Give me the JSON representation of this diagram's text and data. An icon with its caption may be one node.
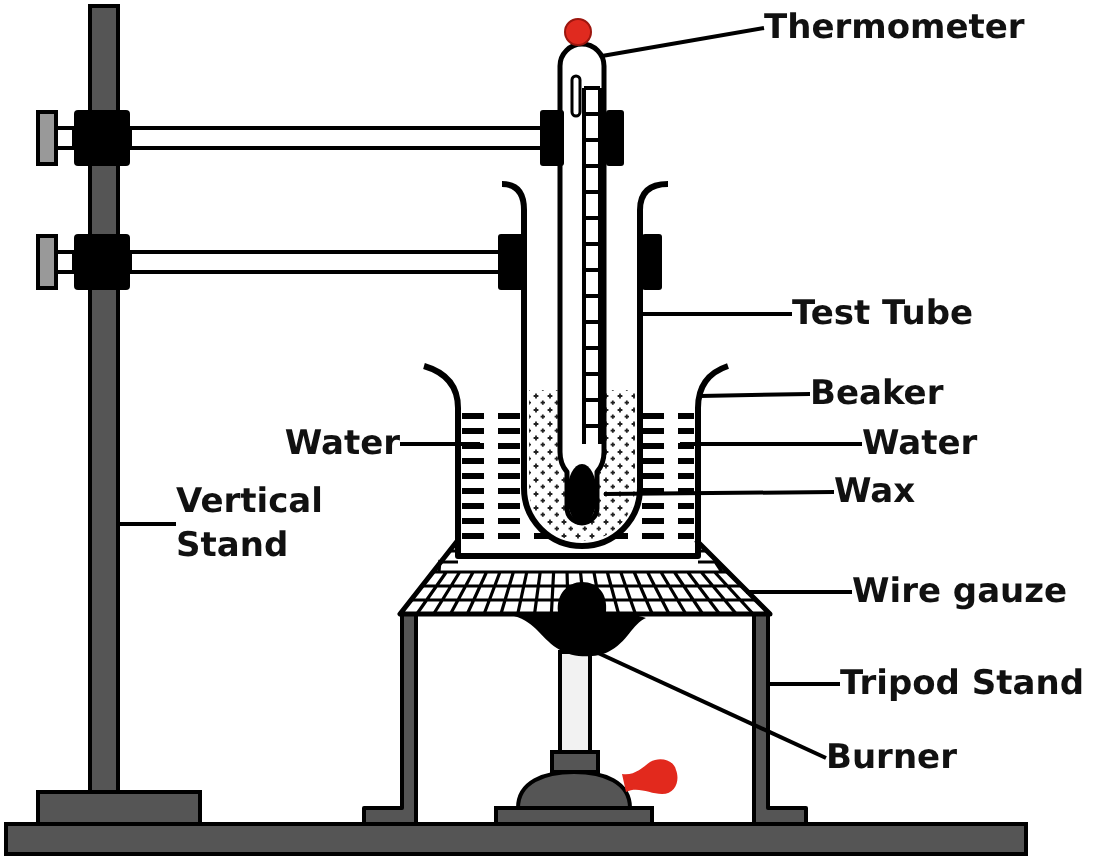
{
  "diagram": {
    "nodes": [
      {
        "text": [
          "Thermometer"
        ]
      },
      {
        "text": [
          "Test Tube"
        ]
      },
      {
        "text": [
          "Beaker"
        ]
      },
      {
        "text": [
          "Water"
        ]
      },
      {
        "text": [
          "Water"
        ]
      },
      {
        "text": [
          "Wax"
        ]
      },
      {
        "text": [
          "Vertical Stand"
        ]
      },
      {
        "text": [
          "Wire gauze"
        ]
      },
      {
        "text": [
          "Tripod Stand"
        ]
      },
      {
        "text": [
          "Burner"
        ]
      },
      {
        "text": [],
        "shape": "picture"
      },
      {
        "text": [],
        "shape": "picture"
      },
      {
        "text": [],
        "shape": "picture"
      },
      {
        "text": [],
        "shape": "picture",
        "in": 12
      },
      {
        "text": [],
        "shape": "picture"
      },
      {
        "text": [],
        "shape": "picture"
      },
      {
        "text": [],
        "shape": "picture"
      },
      {
        "text": [],
        "shape": "picture"
      },
      {
        "text": [],
        "shape": "picture"
      },
      {
        "text": [],
        "shape": "bar"
      },
      {
        "text": [],
        "shape": "picture"
      },
      {
        "text": [],
        "shape": "picture"
      }
    ],
    "edges": [
      {
        "from": 0,
        "to": 10,
        "arrow": "none"
      },
      {
        "from": 1,
        "to": 11,
        "arrow": "none"
      },
      {
        "from": 2,
        "to": 12,
        "arrow": "none"
      },
      {
        "from": 3,
        "to": 13,
        "arrow": "none"
      },
      {
        "from": 4,
        "to": 13,
        "arrow": "none"
      },
      {
        "from": 5,
        "to": 14,
        "arrow": "none"
      },
      {
        "from": 6,
        "to": 15,
        "arrow": "none"
      },
      {
        "from": 7,
        "to": 16,
        "arrow": "none"
      },
      {
        "from": 8,
        "to": 17,
        "arrow": "none"
      },
      {
        "from": 9,
        "to": 18,
        "arrow": "none"
      }
    ]
  }
}
